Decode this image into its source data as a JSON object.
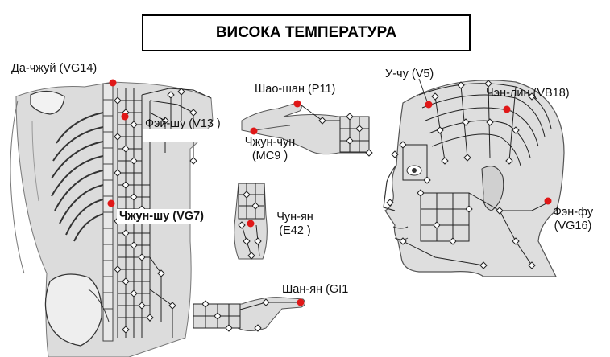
{
  "title": "ВИСОКА ТЕМПЕРАТУРА",
  "colors": {
    "point": "#e01818",
    "body_fill": "#d9d9d9",
    "outline": "#333333",
    "line": "#222222"
  },
  "points": [
    {
      "code_label": "Да-чжуй (VG14)"
    },
    {
      "code_label": "Фэй-шу (V13 )"
    },
    {
      "code_label": "Чжун-шу (VG7)"
    },
    {
      "code_label": "Шао-шан (P11)"
    },
    {
      "code_label": "Чжун-чун",
      "code_label_2": "(MC9 )"
    },
    {
      "code_label": "Чун-ян",
      "code_label_2": "(E42 )"
    },
    {
      "code_label": "Шан-ян (GI1"
    },
    {
      "code_label": "У-чу (V5)"
    },
    {
      "code_label": "Чэн-лин (VB18)"
    },
    {
      "code_label": "Фэн-фу",
      "code_label_2": "(VG16)"
    }
  ]
}
